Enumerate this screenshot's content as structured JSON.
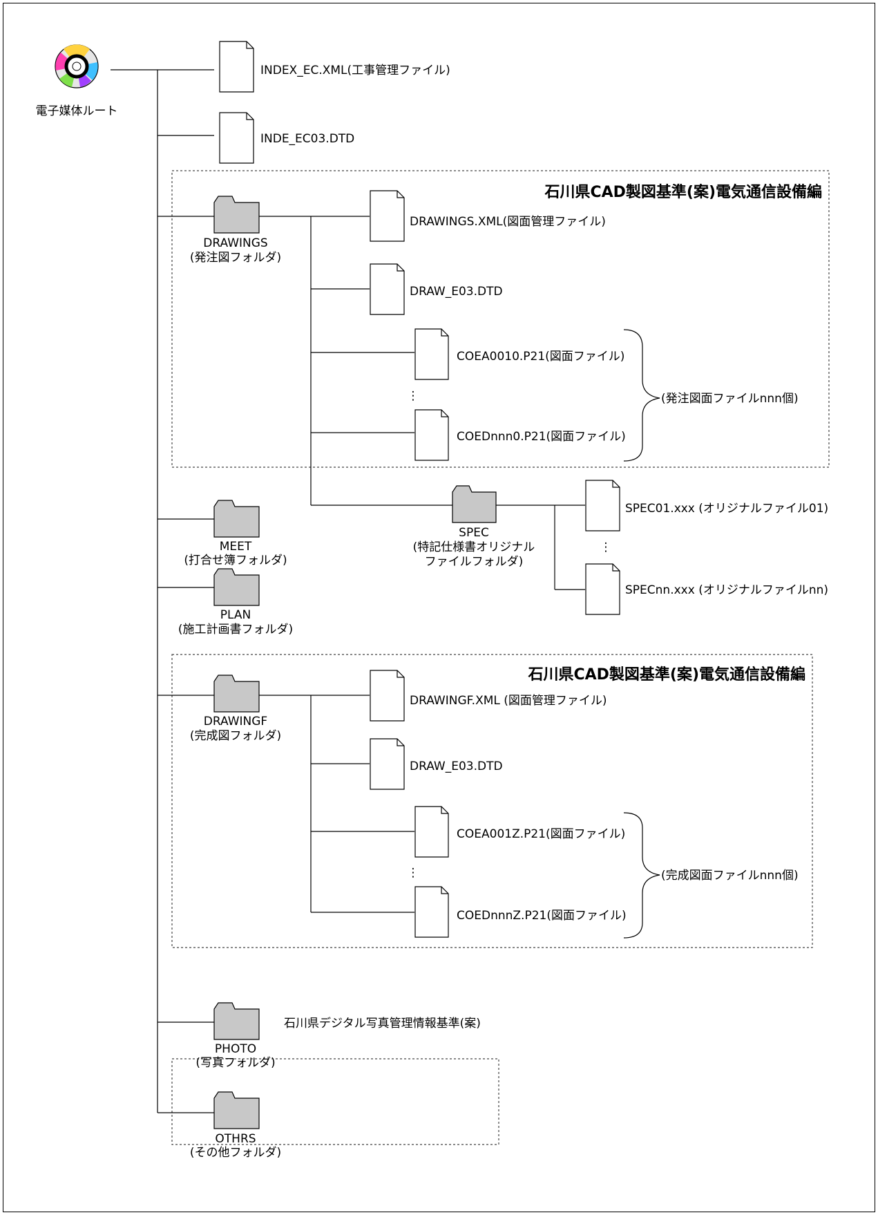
{
  "root": {
    "label": "電子媒体ルート"
  },
  "files": {
    "index_xml": "INDEX_EC.XML(工事管理ファイル)",
    "index_dtd": "INDE_EC03.DTD"
  },
  "sections": {
    "cad_heading_1": "石川県CAD製図基準(案)電気通信設備編",
    "cad_heading_2": "石川県CAD製図基準(案)電気通信設備編",
    "photo_heading": "石川県デジタル写真管理情報基準(案)"
  },
  "drawings": {
    "folder_name": "DRAWINGS",
    "folder_desc": "(発注図フォルダ)",
    "xml": "DRAWINGS.XML(図面管理ファイル)",
    "dtd": "DRAW_E03.DTD",
    "first_file": "COEA0010.P21(図面ファイル)",
    "last_file": "COEDnnn0.P21(図面ファイル)",
    "group_note": "(発注図面ファイルnnn個)",
    "ellipsis": "⋮"
  },
  "spec": {
    "folder_name": "SPEC",
    "folder_desc_1": "(特記仕様書オリジナル",
    "folder_desc_2": "ファイルフォルダ)",
    "first_file": "SPEC01.xxx (オリジナルファイル01)",
    "last_file": "SPECnn.xxx (オリジナルファイルnn)",
    "ellipsis": "⋮"
  },
  "meet": {
    "folder_name": "MEET",
    "folder_desc": "(打合せ簿フォルダ)"
  },
  "plan": {
    "folder_name": "PLAN",
    "folder_desc": "(施工計画書フォルダ)"
  },
  "drawingf": {
    "folder_name": "DRAWINGF",
    "folder_desc": "(完成図フォルダ)",
    "xml": "DRAWINGF.XML (図面管理ファイル)",
    "dtd": "DRAW_E03.DTD",
    "first_file": "COEA001Z.P21(図面ファイル)",
    "last_file": "COEDnnnZ.P21(図面ファイル)",
    "group_note": "(完成図面ファイルnnn個)",
    "ellipsis": "⋮"
  },
  "photo": {
    "folder_name": "PHOTO",
    "folder_desc": "(写真フォルダ)"
  },
  "othrs": {
    "folder_name": "OTHRS",
    "folder_desc": "(その他フォルダ)"
  }
}
